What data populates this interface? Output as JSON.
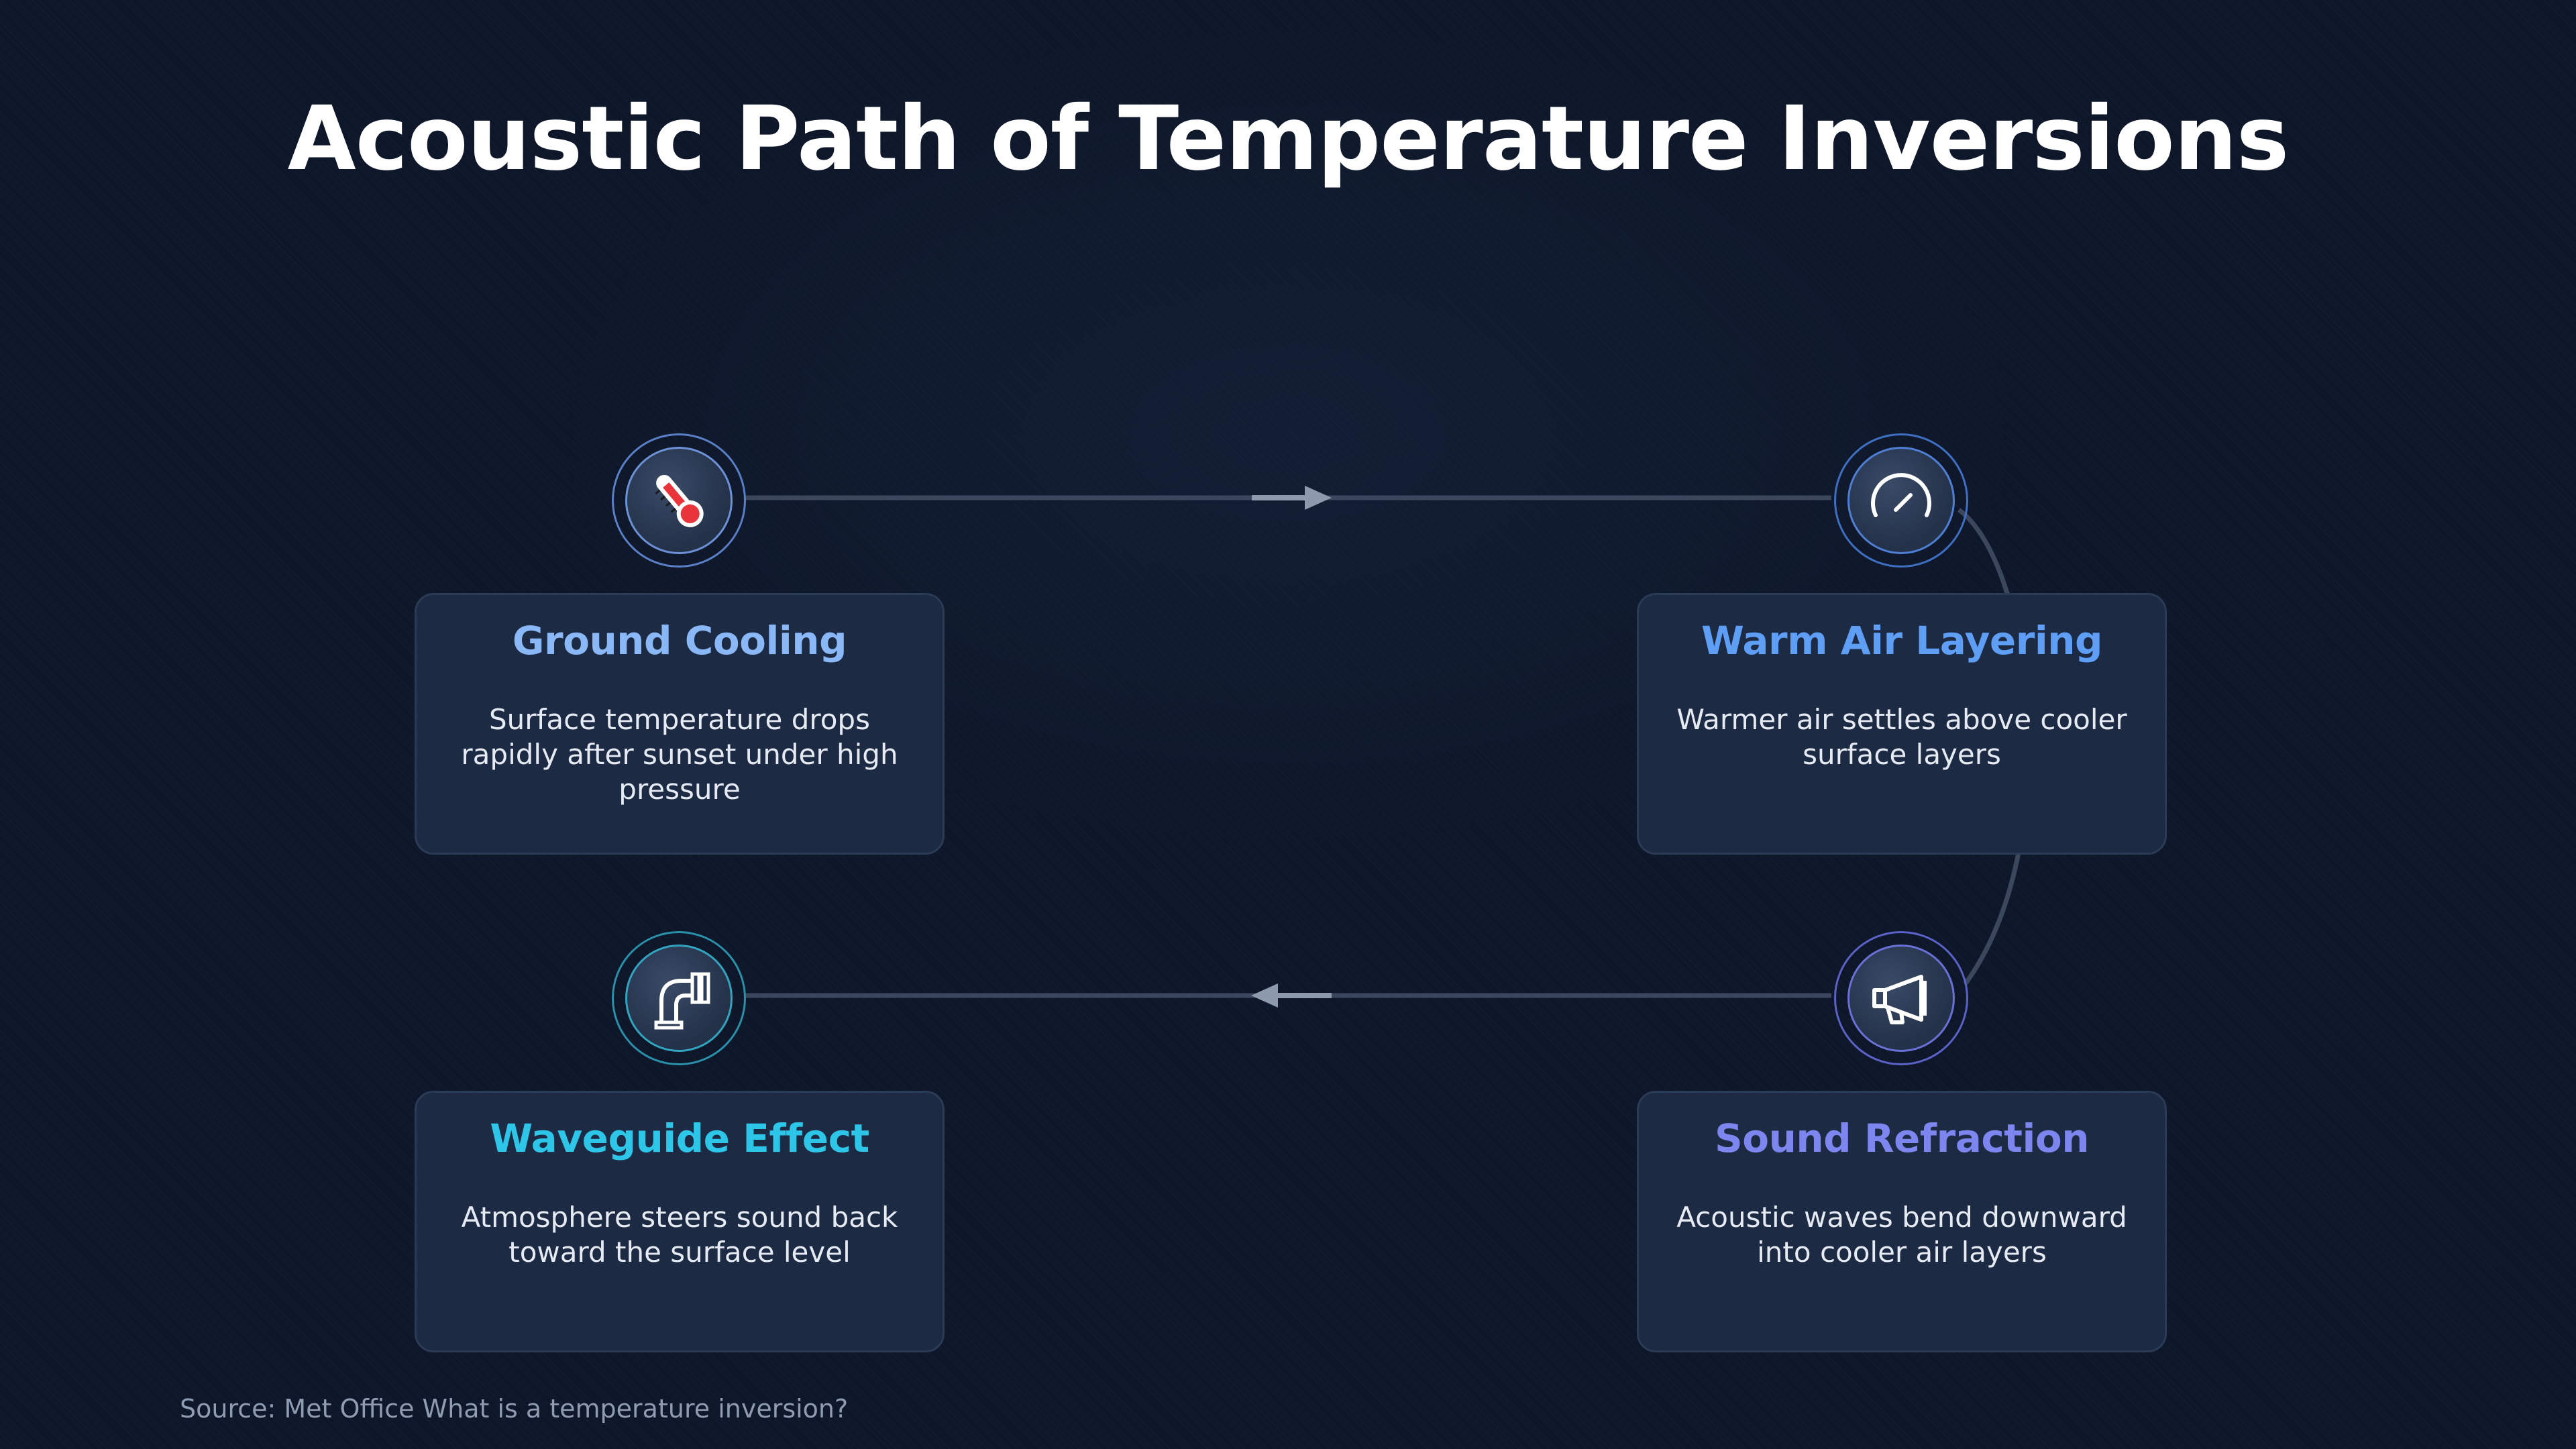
{
  "title": "Acoustic Path of Temperature Inversions",
  "steps": [
    {
      "title": "Ground Cooling",
      "description": "Surface temperature drops rapidly after sunset under high pressure",
      "icon": "thermometer-icon",
      "color": "#8ab7f5"
    },
    {
      "title": "Warm Air Layering",
      "description": "Warmer air settles above cooler surface layers",
      "icon": "gauge-icon",
      "color": "#5e9ef5"
    },
    {
      "title": "Sound Refraction",
      "description": "Acoustic waves bend downward into cooler air layers",
      "icon": "megaphone-icon",
      "color": "#7d86ee"
    },
    {
      "title": "Waveguide Effect",
      "description": "Atmosphere steers sound back toward the surface level",
      "icon": "pipe-icon",
      "color": "#2ec6e8"
    }
  ],
  "source": "Source: Met Office What is a temperature inversion?"
}
